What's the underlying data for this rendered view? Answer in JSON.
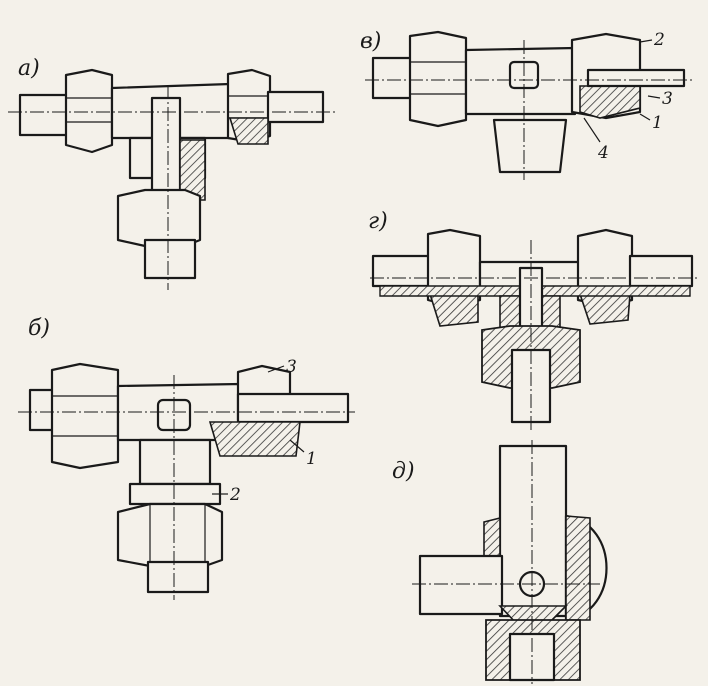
{
  "figure": {
    "panels": [
      {
        "id": "a",
        "label": "а)"
      },
      {
        "id": "b",
        "label": "б)",
        "callouts": [
          "3",
          "1",
          "2"
        ]
      },
      {
        "id": "v",
        "label": "в)",
        "callouts": [
          "2",
          "3",
          "1",
          "4"
        ]
      },
      {
        "id": "g",
        "label": "г)"
      },
      {
        "id": "d",
        "label": "д)"
      }
    ]
  },
  "colors": {
    "ink": "#1a1a1a",
    "paper": "#f4f1ea",
    "hatch": "#333333"
  }
}
